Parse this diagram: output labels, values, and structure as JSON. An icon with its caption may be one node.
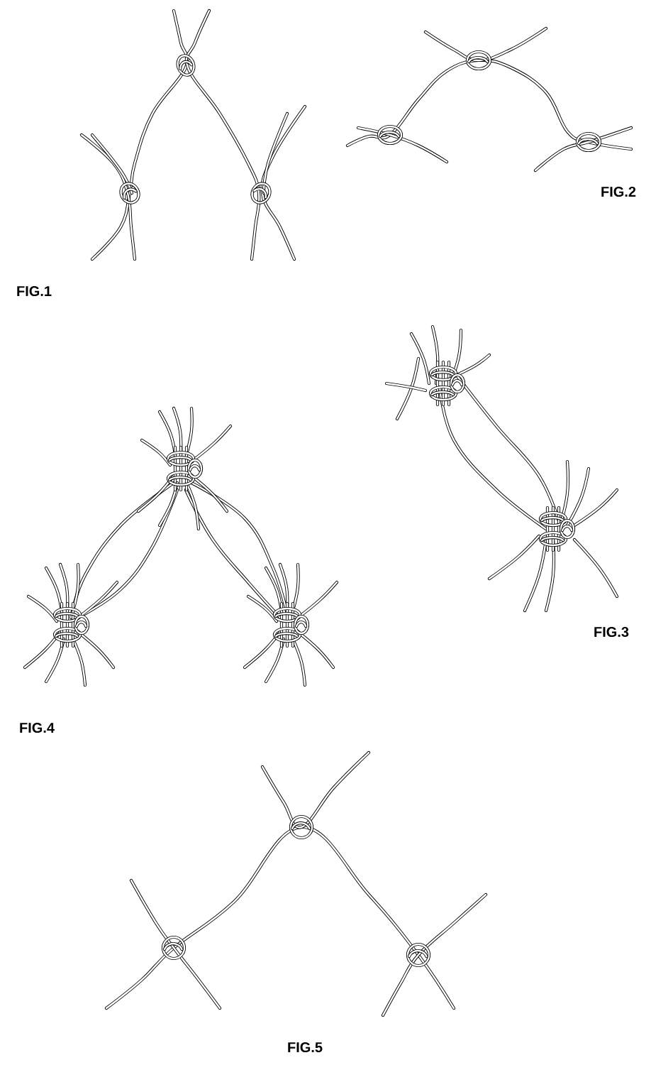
{
  "diagram": {
    "labels": [
      "FIG.2",
      "FIG.1",
      "FIG.3",
      "FIG.4",
      "FIG.5"
    ]
  }
}
